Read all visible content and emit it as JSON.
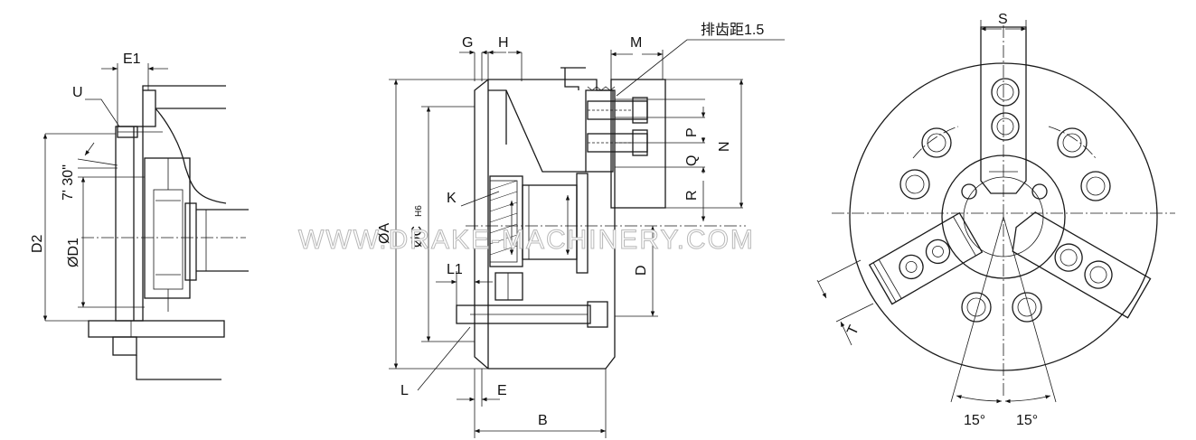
{
  "labels": {
    "e1": "E1",
    "u": "U",
    "d2": "D2",
    "angle": "7' 30\"",
    "d1": "ØD1",
    "g": "G",
    "h": "H",
    "m": "M",
    "pitch": "排齿距1.5",
    "k": "K",
    "a": "ØA",
    "c": "ØC",
    "h6": "H6",
    "l1": "L1",
    "l": "L",
    "e": "E",
    "b": "B",
    "p": "P",
    "q": "Q",
    "r": "R",
    "n": "N",
    "d": "D",
    "s": "S",
    "t": "T",
    "deg_left": "15°",
    "deg_right": "15°"
  },
  "watermark": "WWW.DRAKE-MACHINERY.COM"
}
